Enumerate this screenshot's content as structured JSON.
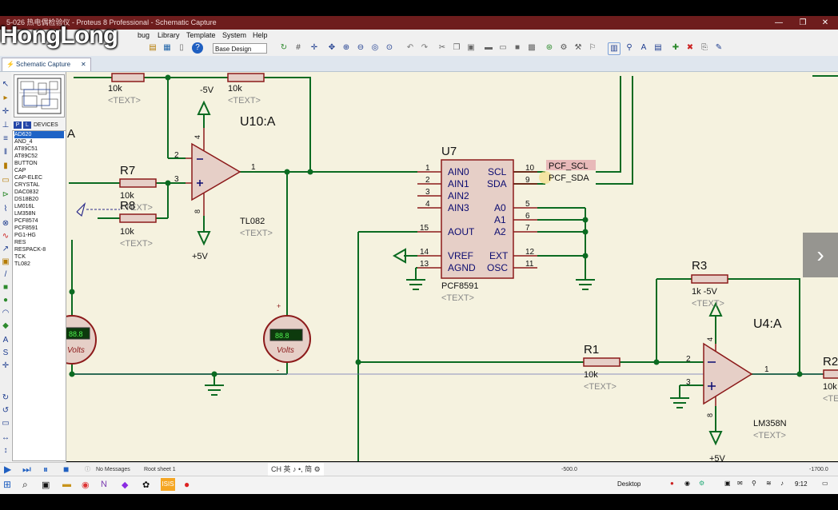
{
  "window": {
    "title": "5-026 热电偶检验仪 - Proteus 8 Professional - Schematic Capture",
    "minimize_glyph": "—",
    "maximize_glyph": "❐",
    "close_glyph": "✕"
  },
  "watermark": "HongLong",
  "menu": {
    "items": [
      "bug",
      "Library",
      "Template",
      "System",
      "Help"
    ]
  },
  "toolbar": {
    "design_select": "Base Design"
  },
  "tab": {
    "label": "Schematic Capture",
    "close": "✕"
  },
  "device_panel": {
    "p_button": "P",
    "l_button": "L",
    "header": "DEVICES",
    "selected": "AD620",
    "devices": [
      "AD620",
      "AND_4",
      "AT89C51",
      "AT89C52",
      "BUTTON",
      "CAP",
      "CAP-ELEC",
      "CRYSTAL",
      "DAC0832",
      "DS18B20",
      "LM016L",
      "LM358N",
      "PCF8574",
      "PCF8591",
      "PG1-HG",
      "RES",
      "RESPACK-8",
      "TCK",
      "TL082"
    ]
  },
  "schematic": {
    "u10": {
      "ref": "U10:A",
      "part": "TL082",
      "text": "<TEXT>",
      "neg_supply": "-5V",
      "pos_supply": "+5V",
      "pins": {
        "in_neg": "2",
        "in_pos": "3",
        "out": "1",
        "v_neg": "4",
        "v_pos": "8"
      }
    },
    "r7": {
      "ref": "R7",
      "value": "10k",
      "text": "<TEXT>"
    },
    "r8": {
      "ref": "R8",
      "value": "10k",
      "text": "<TEXT>"
    },
    "r_top_left": {
      "value": "10k",
      "text": "<TEXT>"
    },
    "r_top_mid": {
      "value": "10k",
      "text": "<TEXT>"
    },
    "label_a": "A",
    "u7": {
      "ref": "U7",
      "part": "PCF8591",
      "text": "<TEXT>",
      "left_pins": [
        {
          "num": "1",
          "name": "AIN0"
        },
        {
          "num": "2",
          "name": "AIN1"
        },
        {
          "num": "3",
          "name": "AIN2"
        },
        {
          "num": "4",
          "name": "AIN3"
        },
        {
          "num": "15",
          "name": "AOUT"
        },
        {
          "num": "14",
          "name": "VREF"
        },
        {
          "num": "13",
          "name": "AGND"
        }
      ],
      "right_pins": [
        {
          "num": "10",
          "name": "SCL"
        },
        {
          "num": "9",
          "name": "SDA"
        },
        {
          "num": "5",
          "name": "A0"
        },
        {
          "num": "6",
          "name": "A1"
        },
        {
          "num": "7",
          "name": "A2"
        },
        {
          "num": "12",
          "name": "EXT"
        },
        {
          "num": "11",
          "name": "OSC"
        }
      ]
    },
    "net_scl": "PCF_SCL",
    "net_sda": "PCF_SDA",
    "voltmeter_label": "Volts",
    "voltmeter_reading": "88.8",
    "voltmeter_plus": "+",
    "voltmeter_minus": "-",
    "r3": {
      "ref": "R3",
      "value": "1k -5V",
      "text": "<TEXT>"
    },
    "r1": {
      "ref": "R1",
      "value": "10k",
      "text": "<TEXT>"
    },
    "r2": {
      "ref": "R2",
      "value": "10k",
      "text": "<TE"
    },
    "u4": {
      "ref": "U4:A",
      "part": "LM358N",
      "text": "<TEXT>",
      "pos_supply": "+5V",
      "pins": {
        "in_neg": "2",
        "in_pos": "3",
        "out": "1",
        "v_neg": "4",
        "v_pos": "8"
      }
    },
    "colors": {
      "wire": "#0b6b21",
      "part": "#8c1a1a",
      "fill": "#e6cfc7",
      "pin_text": "#0b0b70",
      "canvas": "#f5f2df"
    }
  },
  "status": {
    "messages": "No Messages",
    "sheet": "Root sheet 1",
    "ime": "CH 英 ♪ •, 简 ⚙",
    "coord_x": "-500.0",
    "coord_y": "-1700.0"
  },
  "taskbar": {
    "desktop": "Desktop",
    "time": "9:12"
  },
  "next_arrow": "›"
}
